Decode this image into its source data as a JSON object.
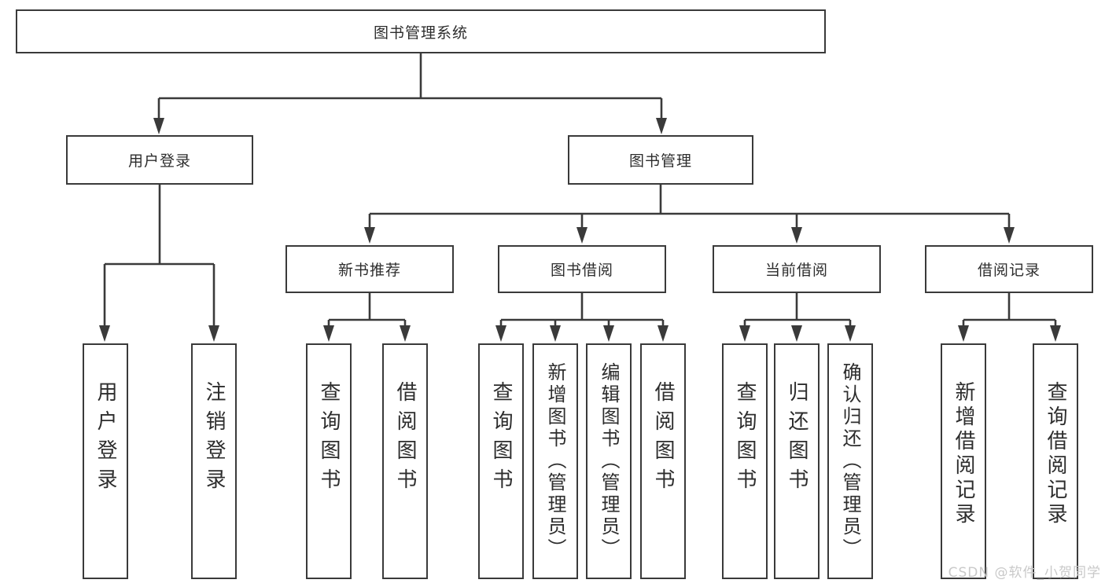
{
  "title": "图书管理系统",
  "branches": {
    "user": {
      "label": "用户登录",
      "children": [
        "用户登录",
        "注销登录"
      ]
    },
    "book": {
      "label": "图书管理"
    }
  },
  "groups": [
    {
      "label": "新书推荐",
      "children": [
        "查询图书",
        "借阅图书"
      ]
    },
    {
      "label": "图书借阅",
      "children": [
        "查询图书",
        "新增图书（管理员）",
        "编辑图书（管理员）",
        "借阅图书"
      ]
    },
    {
      "label": "当前借阅",
      "children": [
        "查询图书",
        "归还图书",
        "确认归还（管理员）"
      ]
    },
    {
      "label": "借阅记录",
      "children": [
        "新增借阅记录",
        "查询借阅记录"
      ]
    }
  ],
  "watermark": "CSDN @软件_小贺同学",
  "colors": {
    "line": "#3a3a3a",
    "box_fill": "#ffffff",
    "watermark": "#c9c9c9"
  }
}
